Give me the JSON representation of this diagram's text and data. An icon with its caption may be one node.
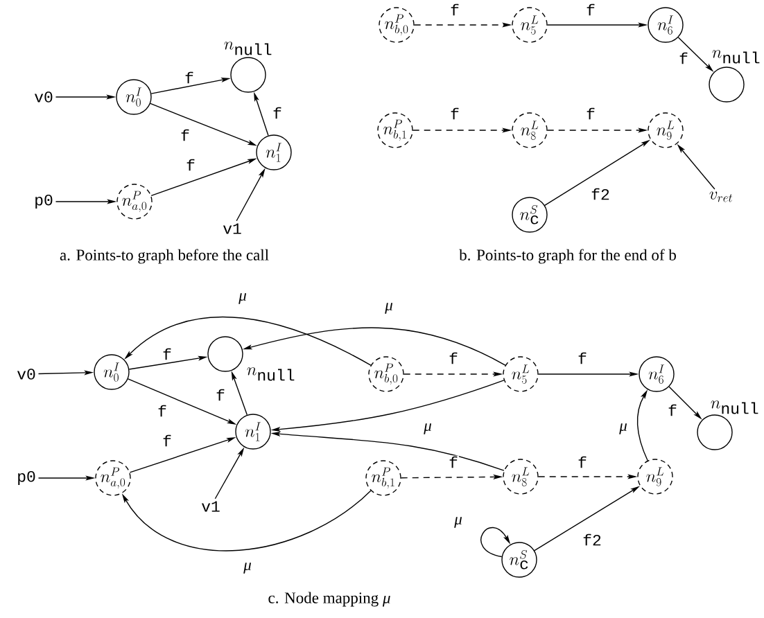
{
  "diagram": {
    "nodes": [
      {
        "text": [
          "v0"
        ]
      },
      {
        "text": [
          "n^{I}_{0}"
        ]
      },
      {
        "text": [
          "n_{\\texttt{null}}"
        ]
      },
      {
        "text": [
          "n^{I}_{1}"
        ]
      },
      {
        "text": [
          "p0"
        ]
      },
      {
        "text": [
          "n^{P}_{a,0}"
        ]
      },
      {
        "text": [
          "v1"
        ]
      },
      {
        "text": [
          "n^{P}_{b,0}"
        ]
      },
      {
        "text": [
          "n^{L}_{5}"
        ]
      },
      {
        "text": [
          "n^{I}_{6}"
        ]
      },
      {
        "text": [
          "n_{\\texttt{null}}"
        ]
      },
      {
        "text": [
          "n^{P}_{b,1}"
        ]
      },
      {
        "text": [
          "n^{L}_{8}"
        ]
      },
      {
        "text": [
          "n^{L}_{9}"
        ]
      },
      {
        "text": [
          "n^{S}_{\\texttt{c}}"
        ]
      },
      {
        "text": [
          "v_{ret}"
        ]
      },
      {
        "text": [
          "v0"
        ]
      },
      {
        "text": [
          "n^{I}_{0}"
        ]
      },
      {
        "text": [
          "n_{\\texttt{null}}"
        ]
      },
      {
        "text": [
          "n^{I}_{1}"
        ]
      },
      {
        "text": [
          "n^{P}_{b,0}"
        ]
      },
      {
        "text": [
          "n^{L}_{5}"
        ]
      },
      {
        "text": [
          "n^{I}_{6}"
        ]
      },
      {
        "text": [
          "n_{\\texttt{null}}"
        ]
      },
      {
        "text": [
          "p0"
        ]
      },
      {
        "text": [
          "n^{P}_{a,0}"
        ]
      },
      {
        "text": [
          "v1"
        ]
      },
      {
        "text": [
          "n^{P}_{b,1}"
        ]
      },
      {
        "text": [
          "n^{L}_{8}"
        ]
      },
      {
        "text": [
          "n^{L}_{9}"
        ]
      },
      {
        "text": [
          "n^{S}_{\\texttt{c}}"
        ]
      }
    ],
    "edges": [
      {
        "from": 0,
        "to": 1,
        "arrow": "to"
      },
      {
        "from": 1,
        "to": 2,
        "arrow": "to",
        "label": "f"
      },
      {
        "from": 1,
        "to": 3,
        "arrow": "to",
        "label": "f"
      },
      {
        "from": 3,
        "to": 2,
        "arrow": "to",
        "label": "f"
      },
      {
        "from": 4,
        "to": 5,
        "arrow": "to"
      },
      {
        "from": 5,
        "to": 3,
        "arrow": "to",
        "label": "f"
      },
      {
        "from": 6,
        "to": 3,
        "arrow": "to"
      },
      {
        "from": 7,
        "to": 8,
        "arrow": "to",
        "label": "f",
        "style": "dashed"
      },
      {
        "from": 8,
        "to": 9,
        "arrow": "to",
        "label": "f"
      },
      {
        "from": 9,
        "to": 10,
        "arrow": "to",
        "label": "f"
      },
      {
        "from": 11,
        "to": 12,
        "arrow": "to",
        "label": "f",
        "style": "dashed"
      },
      {
        "from": 12,
        "to": 13,
        "arrow": "to",
        "label": "f",
        "style": "dashed"
      },
      {
        "from": 14,
        "to": 13,
        "arrow": "to",
        "label": "f2"
      },
      {
        "from": 15,
        "to": 13,
        "arrow": "to"
      },
      {
        "from": 16,
        "to": 17,
        "arrow": "to"
      },
      {
        "from": 17,
        "to": 18,
        "arrow": "to",
        "label": "f"
      },
      {
        "from": 17,
        "to": 19,
        "arrow": "to",
        "label": "f"
      },
      {
        "from": 19,
        "to": 18,
        "arrow": "to",
        "label": "f"
      },
      {
        "from": 24,
        "to": 25,
        "arrow": "to"
      },
      {
        "from": 25,
        "to": 19,
        "arrow": "to",
        "label": "f"
      },
      {
        "from": 26,
        "to": 19,
        "arrow": "to"
      },
      {
        "from": 20,
        "to": 21,
        "arrow": "to",
        "label": "f",
        "style": "dashed"
      },
      {
        "from": 21,
        "to": 22,
        "arrow": "to",
        "label": "f"
      },
      {
        "from": 22,
        "to": 23,
        "arrow": "to",
        "label": "f"
      },
      {
        "from": 27,
        "to": 28,
        "arrow": "to",
        "label": "f",
        "style": "dashed"
      },
      {
        "from": 28,
        "to": 29,
        "arrow": "to",
        "label": "f",
        "style": "dashed"
      },
      {
        "from": 30,
        "to": 29,
        "arrow": "to",
        "label": "f2"
      },
      {
        "from": 20,
        "to": 17,
        "arrow": "to",
        "label": "μ"
      },
      {
        "from": 21,
        "to": 18,
        "arrow": "to",
        "label": "μ"
      },
      {
        "from": 21,
        "to": 19,
        "arrow": "to"
      },
      {
        "from": 28,
        "to": 19,
        "arrow": "to",
        "label": "μ"
      },
      {
        "from": 27,
        "to": 25,
        "arrow": "to",
        "label": "μ"
      },
      {
        "from": 29,
        "to": 22,
        "arrow": "to",
        "label": "μ"
      },
      {
        "from": 30,
        "to": 30,
        "arrow": "to",
        "label": "μ"
      }
    ],
    "labels": [
      "a. Points-to graph before the call",
      "b. Points-to graph for the end of b",
      "c. Node mapping *μ*"
    ]
  }
}
